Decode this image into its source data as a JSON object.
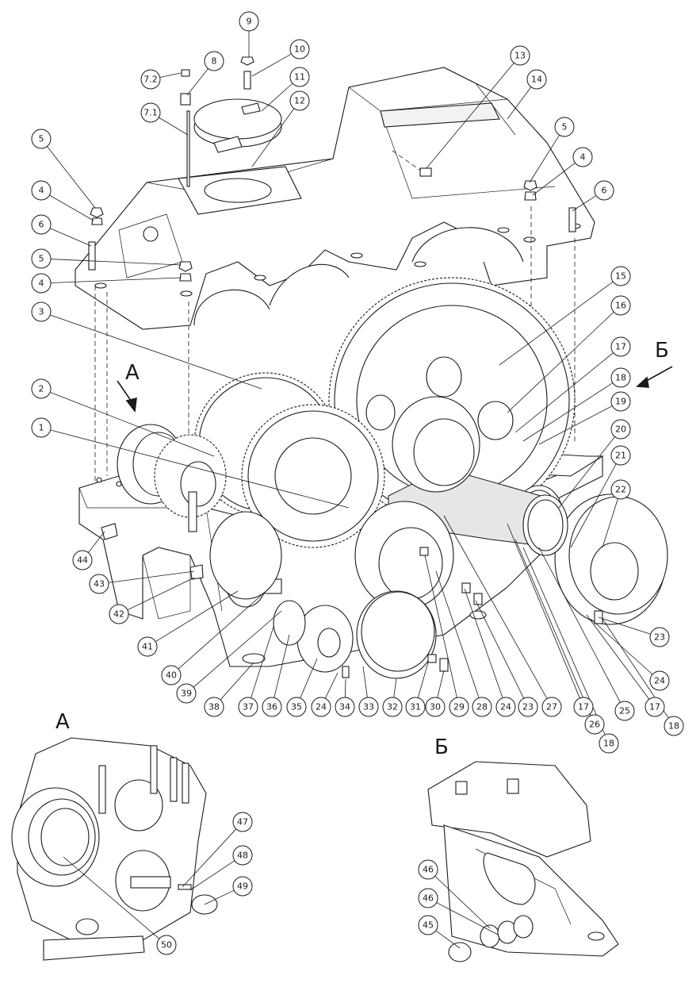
{
  "views": {
    "view_a_arrow_label": "А",
    "view_b_arrow_label": "Б",
    "detail_a_title": "А",
    "detail_b_title": "Б"
  },
  "callouts": [
    {
      "id": "c-9",
      "label": "9"
    },
    {
      "id": "c-10",
      "label": "10"
    },
    {
      "id": "c-8",
      "label": "8"
    },
    {
      "id": "c-7-2",
      "label": "7.2"
    },
    {
      "id": "c-11",
      "label": "11"
    },
    {
      "id": "c-7-1",
      "label": "7.1"
    },
    {
      "id": "c-12",
      "label": "12"
    },
    {
      "id": "c-13",
      "label": "13"
    },
    {
      "id": "c-14",
      "label": "14"
    },
    {
      "id": "c-5a",
      "label": "5"
    },
    {
      "id": "c-4a",
      "label": "4"
    },
    {
      "id": "c-6a",
      "label": "6"
    },
    {
      "id": "c-5b",
      "label": "5"
    },
    {
      "id": "c-4b",
      "label": "4"
    },
    {
      "id": "c-3",
      "label": "3"
    },
    {
      "id": "c-5c",
      "label": "5"
    },
    {
      "id": "c-4c",
      "label": "4"
    },
    {
      "id": "c-6b",
      "label": "6"
    },
    {
      "id": "c-15",
      "label": "15"
    },
    {
      "id": "c-16",
      "label": "16"
    },
    {
      "id": "c-17a",
      "label": "17"
    },
    {
      "id": "c-18a",
      "label": "18"
    },
    {
      "id": "c-19",
      "label": "19"
    },
    {
      "id": "c-20",
      "label": "20"
    },
    {
      "id": "c-21",
      "label": "21"
    },
    {
      "id": "c-22",
      "label": "22"
    },
    {
      "id": "c-2",
      "label": "2"
    },
    {
      "id": "c-1",
      "label": "1"
    },
    {
      "id": "c-44",
      "label": "44"
    },
    {
      "id": "c-43",
      "label": "43"
    },
    {
      "id": "c-42",
      "label": "42"
    },
    {
      "id": "c-41",
      "label": "41"
    },
    {
      "id": "c-40",
      "label": "40"
    },
    {
      "id": "c-39",
      "label": "39"
    },
    {
      "id": "c-38",
      "label": "38"
    },
    {
      "id": "c-37",
      "label": "37"
    },
    {
      "id": "c-36",
      "label": "36"
    },
    {
      "id": "c-35",
      "label": "35"
    },
    {
      "id": "c-24a",
      "label": "24"
    },
    {
      "id": "c-34",
      "label": "34"
    },
    {
      "id": "c-33",
      "label": "33"
    },
    {
      "id": "c-32",
      "label": "32"
    },
    {
      "id": "c-31",
      "label": "31"
    },
    {
      "id": "c-30",
      "label": "30"
    },
    {
      "id": "c-29",
      "label": "29"
    },
    {
      "id": "c-28",
      "label": "28"
    },
    {
      "id": "c-24b",
      "label": "24"
    },
    {
      "id": "c-23a",
      "label": "23"
    },
    {
      "id": "c-27",
      "label": "27"
    },
    {
      "id": "c-17b",
      "label": "17"
    },
    {
      "id": "c-26",
      "label": "26"
    },
    {
      "id": "c-18b",
      "label": "18"
    },
    {
      "id": "c-25",
      "label": "25"
    },
    {
      "id": "c-17c",
      "label": "17"
    },
    {
      "id": "c-18c",
      "label": "18"
    },
    {
      "id": "c-24c",
      "label": "24"
    },
    {
      "id": "c-23b",
      "label": "23"
    },
    {
      "id": "c-47",
      "label": "47"
    },
    {
      "id": "c-48",
      "label": "48"
    },
    {
      "id": "c-49",
      "label": "49"
    },
    {
      "id": "c-50",
      "label": "50"
    },
    {
      "id": "c-46a",
      "label": "46"
    },
    {
      "id": "c-46b",
      "label": "46"
    },
    {
      "id": "c-45",
      "label": "45"
    }
  ]
}
